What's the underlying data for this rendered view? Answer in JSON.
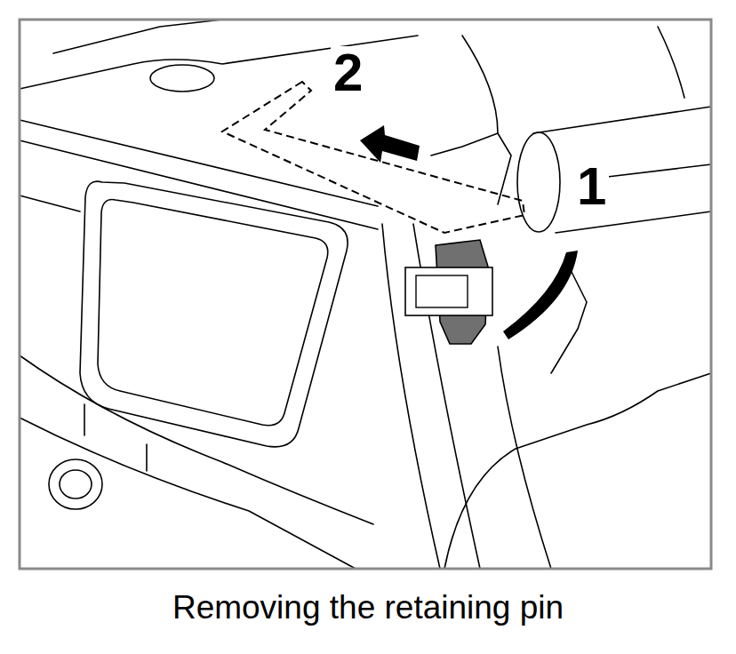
{
  "diagram": {
    "caption": "Removing the retaining pin",
    "labels": [
      "2",
      "1"
    ]
  }
}
